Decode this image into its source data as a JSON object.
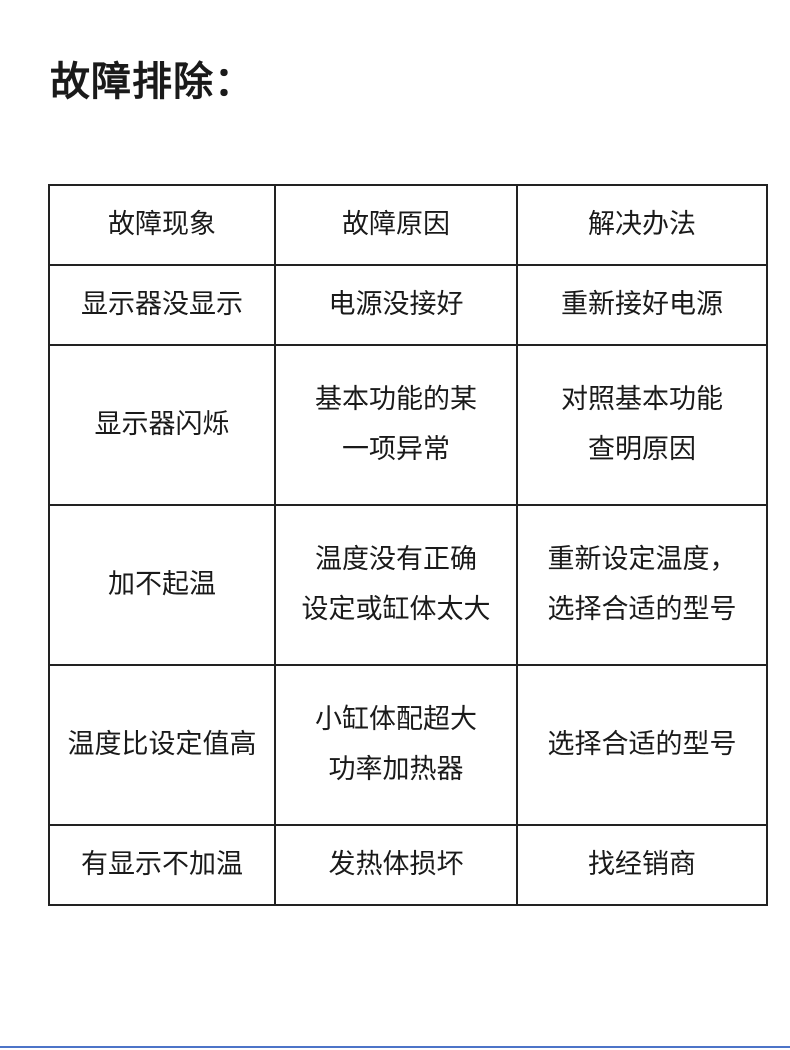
{
  "page": {
    "title": "故障排除："
  },
  "table": {
    "headers": [
      "故障现象",
      "故障原因",
      "解决办法"
    ],
    "rows": [
      {
        "symptom": [
          "显示器没显示"
        ],
        "cause": [
          "电源没接好"
        ],
        "solution": [
          "重新接好电源"
        ]
      },
      {
        "symptom": [
          "显示器闪烁"
        ],
        "cause": [
          "基本功能的某",
          "一项异常"
        ],
        "solution": [
          "对照基本功能",
          "查明原因"
        ]
      },
      {
        "symptom": [
          "加不起温"
        ],
        "cause": [
          "温度没有正确",
          "设定或缸体太大"
        ],
        "solution": [
          "重新设定温度，",
          "选择合适的型号"
        ]
      },
      {
        "symptom": [
          "温度比设定值高"
        ],
        "cause": [
          "小缸体配超大",
          "功率加热器"
        ],
        "solution": [
          "选择合适的型号"
        ]
      },
      {
        "symptom": [
          "有显示不加温"
        ],
        "cause": [
          "发热体损坏"
        ],
        "solution": [
          "找经销商"
        ]
      }
    ]
  },
  "colors": {
    "text": "#1a1a1a",
    "border": "#222222",
    "bottom_rule": "#4c74c8"
  }
}
